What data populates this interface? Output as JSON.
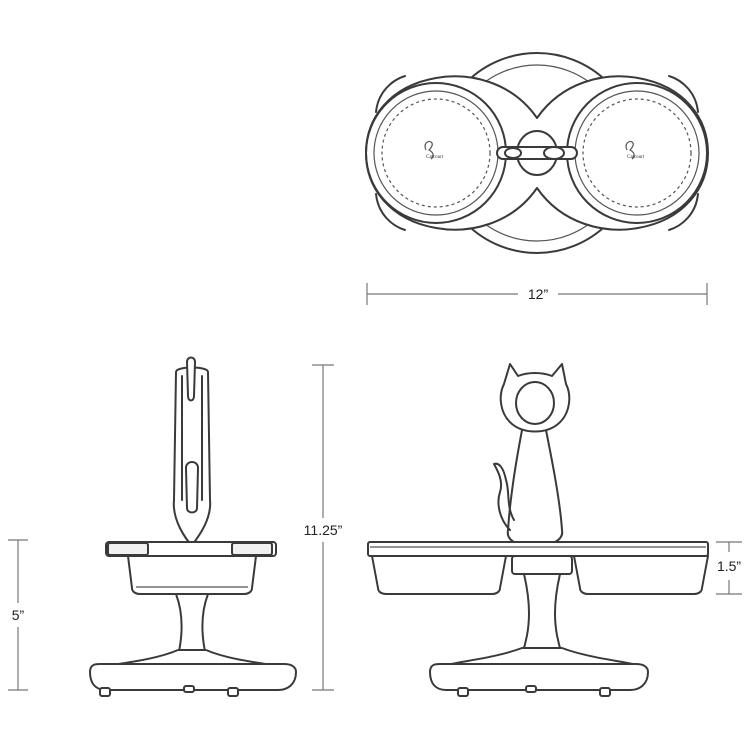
{
  "dimensions": {
    "width_label": "12”",
    "height_label": "11.25”",
    "base_label": "5”",
    "bowl_label": "1.5”"
  },
  "bowl_logo": {
    "text": "Catcourt"
  },
  "colors": {
    "line": "#3a3a3a",
    "dimension": "#777777",
    "background": "#ffffff"
  }
}
